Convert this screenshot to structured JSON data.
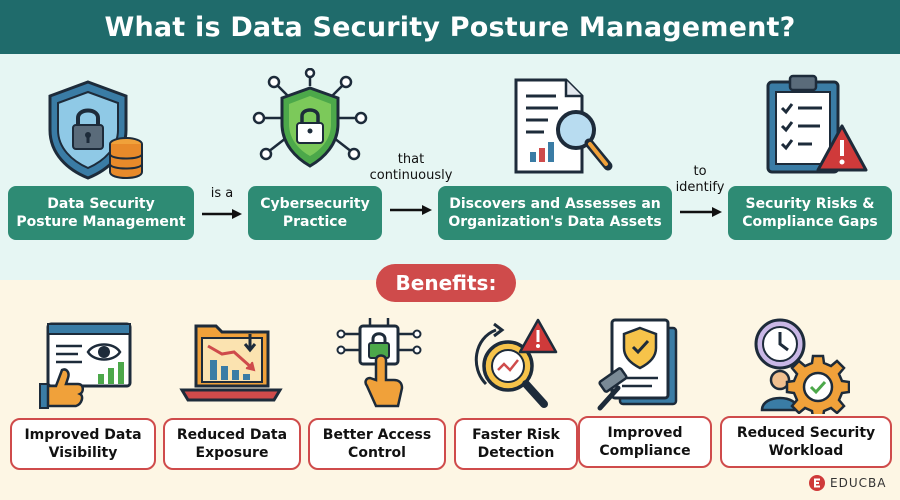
{
  "title": "What is Data Security Posture Management?",
  "flow": {
    "boxes": [
      "Data Security\nPosture Management",
      "Cybersecurity\nPractice",
      "Discovers and Assesses an\nOrganization's Data Assets",
      "Security Risks &\nCompliance Gaps"
    ],
    "connectors": [
      "is a",
      "that\ncontinuously",
      "to\nidentify"
    ]
  },
  "benefits_label": "Benefits:",
  "benefits": [
    "Improved Data\nVisibility",
    "Reduced Data\nExposure",
    "Better Access\nControl",
    "Faster Risk\nDetection",
    "Improved\nCompliance",
    "Reduced Security\nWorkload"
  ],
  "icons": [
    "shield-lock-database-icon",
    "circuit-shield-lock-icon",
    "document-magnifier-icon",
    "checklist-warning-icon",
    "monitor-eye-thumbs-up-icon",
    "laptop-chart-down-icon",
    "circuit-lock-hand-icon",
    "magnifier-alert-icon",
    "certificate-gavel-icon",
    "clock-person-gear-icon"
  ],
  "colors": {
    "title_bg": "#1f6b6b",
    "box_teal": "#2e8b74",
    "accent_red": "#cf4b4b",
    "flow_bg": "#e6f6f3",
    "benefit_bg": "#fdf6e4"
  },
  "logo": {
    "text": "EDUCBA"
  }
}
